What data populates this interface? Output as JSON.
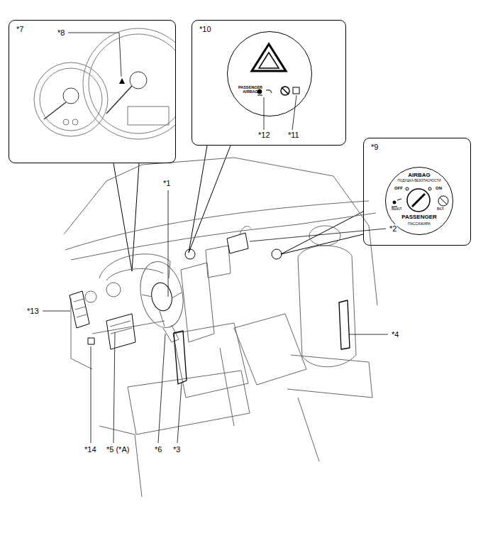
{
  "diagram": {
    "nodes": [
      {
        "text": [
          "*7"
        ]
      },
      {
        "text": [
          "*10"
        ]
      },
      {
        "text": [
          "*9"
        ]
      },
      {
        "text": [
          "PASSENGER AIRBAG"
        ],
        "in": 1
      },
      {
        "text": [
          "AIRBAG",
          "ПОДУШКА БЕЗОПАСНОСТИ",
          "OFF",
          "ON",
          "ВЫКЛ",
          "ВКЛ",
          "PASSENGER",
          "ПАССАЖИРА"
        ],
        "in": 2
      }
    ],
    "labels": [
      "*8",
      "*12",
      "*11",
      "*1",
      "*2",
      "*13",
      "*4",
      "*14",
      "*5 (*A)",
      "*6",
      "*3"
    ]
  }
}
